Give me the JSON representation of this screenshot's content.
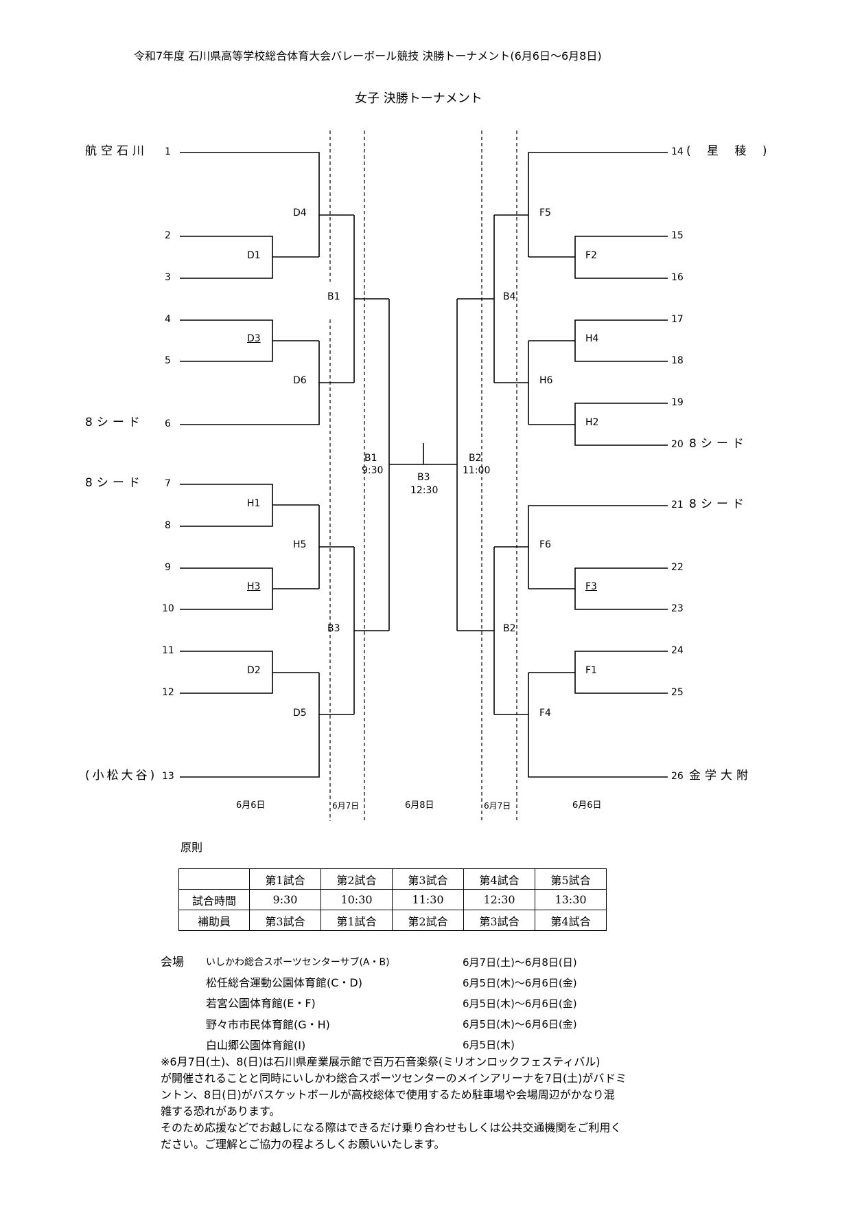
{
  "header": {
    "title": "令和7年度 石川県高等学校総合体育大会バレーボール競技 決勝トーナメント(6月6日～6月8日)",
    "subtitle": "女子 決勝トーナメント"
  },
  "bracket": {
    "left_teams": [
      {
        "num": "1",
        "team": "航空石川"
      },
      {
        "num": "2",
        "team": ""
      },
      {
        "num": "3",
        "team": ""
      },
      {
        "num": "4",
        "team": ""
      },
      {
        "num": "5",
        "team": ""
      },
      {
        "num": "6",
        "team": "8シード"
      },
      {
        "num": "7",
        "team": "8シード"
      },
      {
        "num": "8",
        "team": ""
      },
      {
        "num": "9",
        "team": ""
      },
      {
        "num": "10",
        "team": ""
      },
      {
        "num": "11",
        "team": ""
      },
      {
        "num": "12",
        "team": ""
      },
      {
        "num": "13",
        "team": "(小松大谷)"
      }
    ],
    "right_teams": [
      {
        "num": "14",
        "team": "( 星 稜 )"
      },
      {
        "num": "15",
        "team": ""
      },
      {
        "num": "16",
        "team": ""
      },
      {
        "num": "17",
        "team": ""
      },
      {
        "num": "18",
        "team": ""
      },
      {
        "num": "19",
        "team": ""
      },
      {
        "num": "20",
        "team": "8シード"
      },
      {
        "num": "21",
        "team": "8シード"
      },
      {
        "num": "22",
        "team": ""
      },
      {
        "num": "23",
        "team": ""
      },
      {
        "num": "24",
        "team": ""
      },
      {
        "num": "25",
        "team": ""
      },
      {
        "num": "26",
        "team": "金学大附"
      }
    ],
    "match_labels": {
      "D4": "D4",
      "D1": "D1",
      "D3": "D3",
      "D6": "D6",
      "H1": "H1",
      "H5": "H5",
      "H3": "H3",
      "D2": "D2",
      "D5": "D5",
      "B1": "B1",
      "B3": "B3",
      "F5": "F5",
      "F2": "F2",
      "B4": "B4",
      "H4": "H4",
      "H6": "H6",
      "H2": "H2",
      "F6": "F6",
      "F3": "F3",
      "B2": "B2",
      "F1": "F1",
      "F4": "F4"
    },
    "semifinals": {
      "left_label": "B1",
      "left_time": "9:30",
      "right_label": "B2",
      "right_time": "11:00",
      "final_label": "B3",
      "final_time": "12:30"
    },
    "dates": {
      "left_r1": "6月6日",
      "left_r2": "6月7日",
      "center": "6月8日",
      "right_r2": "6月7日",
      "right_r1": "6月6日"
    }
  },
  "rules": {
    "heading": "原則",
    "columns": [
      "第1試合",
      "第2試合",
      "第3試合",
      "第4試合",
      "第5試合"
    ],
    "rows": [
      {
        "label": "試合時間",
        "cells": [
          "9:30",
          "10:30",
          "11:30",
          "12:30",
          "13:30"
        ]
      },
      {
        "label": "補助員",
        "cells": [
          "第3試合",
          "第1試合",
          "第2試合",
          "第3試合",
          "第4試合"
        ]
      }
    ]
  },
  "venues": {
    "heading": "会場",
    "items": [
      {
        "name": "いしかわ総合スポーツセンターサブ(A・B)",
        "dates": "6月7日(土)～6月8日(日)"
      },
      {
        "name": "松任総合運動公園体育館(C・D)",
        "dates": "6月5日(木)～6月6日(金)"
      },
      {
        "name": "若宮公園体育館(E・F)",
        "dates": "6月5日(木)～6月6日(金)"
      },
      {
        "name": "野々市市民体育館(G・H)",
        "dates": "6月5日(木)～6月6日(金)"
      },
      {
        "name": "白山郷公園体育館(I)",
        "dates": "6月5日(木)"
      }
    ]
  },
  "note": {
    "lines": [
      "※6月7日(土)、8(日)は石川県産業展示館で百万石音楽祭(ミリオンロックフェスティバル)",
      "が開催されることと同時にいしかわ総合スポーツセンターのメインアリーナを7日(土)がバドミ",
      "ントン、8日(日)がバスケットボールが高校総体で使用するため駐車場や会場周辺がかなり混",
      "雑する恐れがあります。",
      "そのため応援などでお越しになる際はできるだけ乗り合わせもしくは公共交通機関をご利用く",
      "ださい。ご理解とご協力の程よろしくお願いいたします。"
    ]
  }
}
